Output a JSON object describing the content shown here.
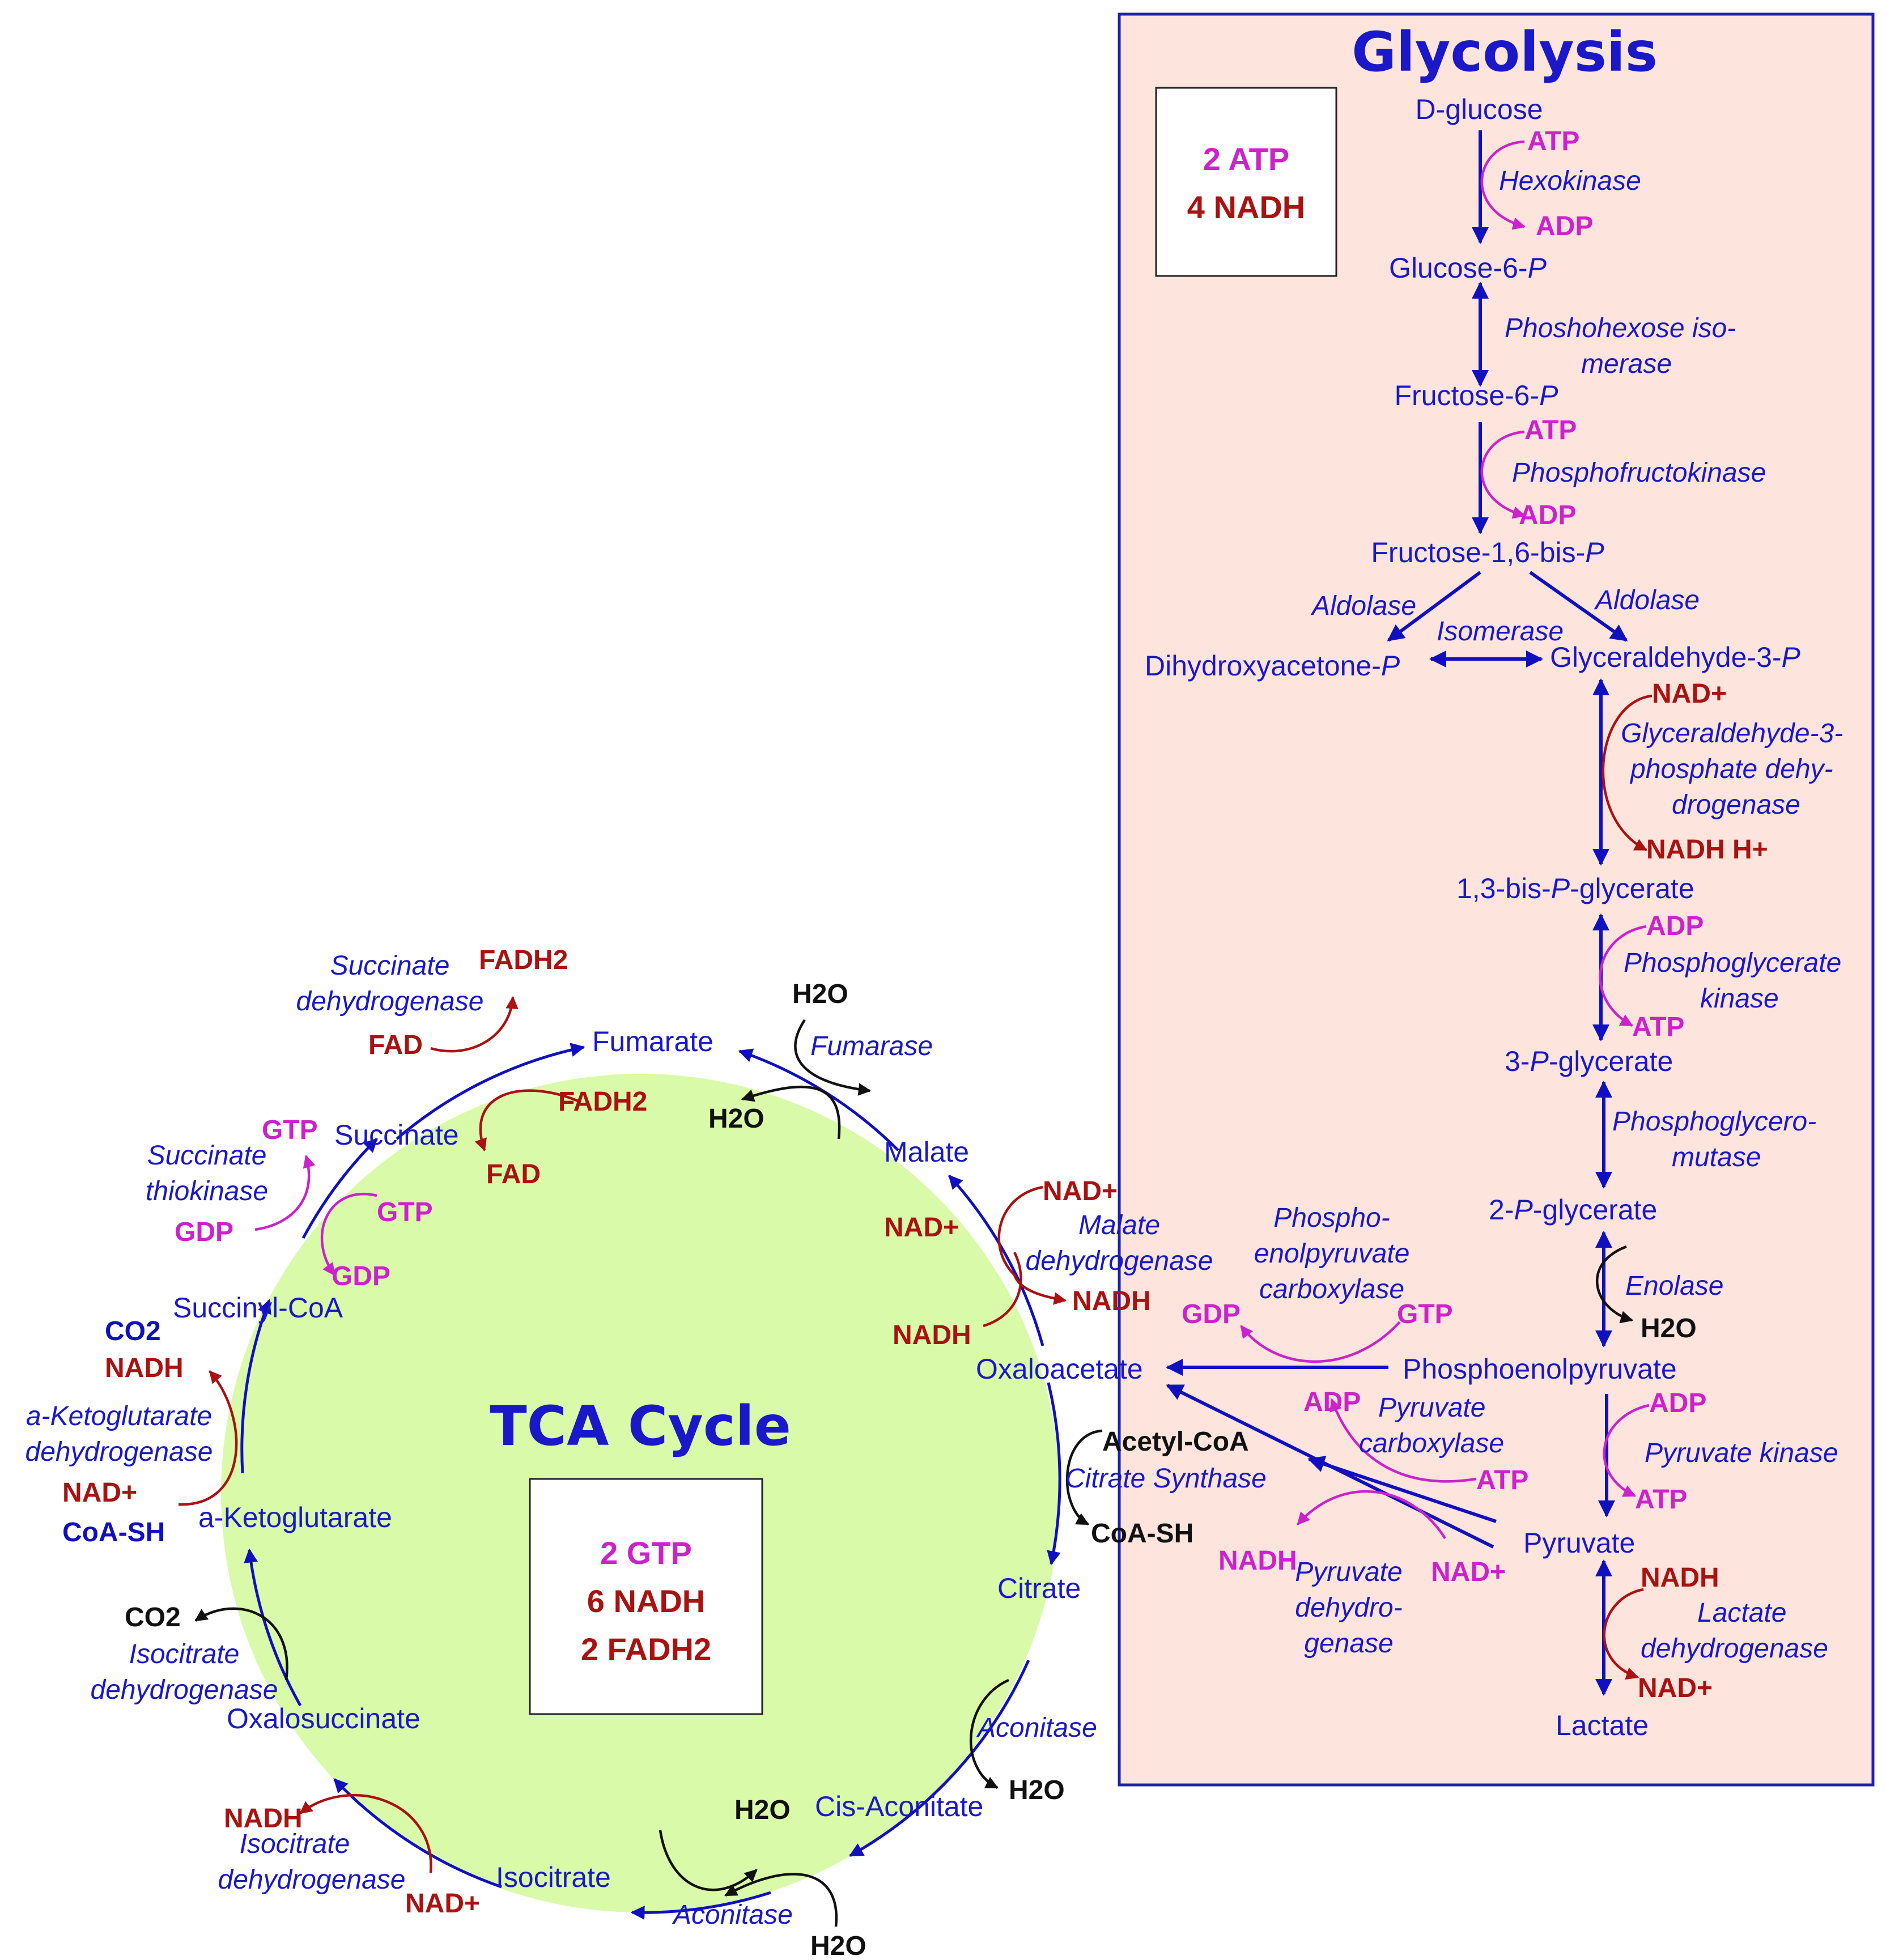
{
  "colors": {
    "metabolite": "#1a18c8",
    "pathway_arrow": "#1010c0",
    "magenta": "#cc22cc",
    "darkred": "#aa1111",
    "black": "#111111",
    "tca_fill": "#d9fba9",
    "glycolysis_fill": "#fde4dc",
    "glycolysis_border": "#1f1fb0"
  },
  "glycolysis": {
    "title": "Glycolysis",
    "summary": {
      "atp": "2 ATP",
      "nadh": "4 NADH"
    },
    "metabolites": {
      "d_glucose": "D-glucose",
      "glucose_6p": "Glucose-6-",
      "fructose_6p": "Fructose-6-",
      "fructose_16bp": "Fructose-1,6-bis-",
      "dhap": "Dihydroxyacetone-",
      "g3p": "Glyceraldehyde-3-",
      "bpg13": "1,3-bis-",
      "bpg13_suffix": "-glycerate",
      "pg3": "3-",
      "pg3_suffix": "-glycerate",
      "pg2": "2-",
      "pg2_suffix": "-glycerate",
      "pep": "Phosphoenolpyruvate",
      "pyruvate": "Pyruvate",
      "lactate": "Lactate",
      "p_italic": "P"
    },
    "enzymes": {
      "hexokinase": "Hexokinase",
      "phi_1": "Phoshohexose iso-",
      "phi_2": "merase",
      "pfk": "Phosphofructokinase",
      "aldolase_left": "Aldolase",
      "aldolase_right": "Aldolase",
      "isomerase": "Isomerase",
      "gapdh_1": "Glyceraldehyde-3-",
      "gapdh_2": "phosphate dehy-",
      "gapdh_3": "drogenase",
      "pgk_1": "Phosphoglycerate",
      "pgk_2": "kinase",
      "pgm_1": "Phosphoglycero-",
      "pgm_2": "mutase",
      "enolase": "Enolase",
      "pepck_1": "Phospho-",
      "pepck_2": "enolpyruvate",
      "pepck_3": "carboxylase",
      "pc_1": "Pyruvate",
      "pc_2": "carboxylase",
      "pk": "Pyruvate kinase",
      "pdh_1": "Pyruvate",
      "pdh_2": "dehydro-",
      "pdh_3": "genase",
      "ldh_1": "Lactate",
      "ldh_2": "dehydrogenase"
    },
    "cofactors": {
      "hk_atp": "ATP",
      "hk_adp": "ADP",
      "pfk_atp": "ATP",
      "pfk_adp": "ADP",
      "gapdh_nad": "NAD+",
      "gapdh_nadh": "NADH H+",
      "pgk_adp": "ADP",
      "pgk_atp": "ATP",
      "enolase_h2o": "H2O",
      "pepck_gdp": "GDP",
      "pepck_gtp": "GTP",
      "pc_adp": "ADP",
      "pc_atp": "ATP",
      "pk_adp": "ADP",
      "pk_atp": "ATP",
      "pdh_nadh": "NADH",
      "pdh_nad": "NAD+",
      "ldh_nadh": "NADH",
      "ldh_nad": "NAD+"
    }
  },
  "tca": {
    "title": "TCA Cycle",
    "summary": {
      "gtp": "2 GTP",
      "nadh": "6 NADH",
      "fadh2": "2 FADH2"
    },
    "metabolites": {
      "fumarate": "Fumarate",
      "succinate": "Succinate",
      "succinyl_coa": "Succinyl-CoA",
      "a_ketoglutarate": "a-Ketoglutarate",
      "oxalosuccinate": "Oxalosuccinate",
      "isocitrate": "Isocitrate",
      "cis_aconitate": "Cis-Aconitate",
      "citrate": "Citrate",
      "oxaloacetate": "Oxaloacetate",
      "malate": "Malate"
    },
    "enzymes": {
      "sdh_1": "Succinate",
      "sdh_2": "dehydrogenase",
      "fumarase": "Fumarase",
      "sck_1": "Succinate",
      "sck_2": "thiokinase",
      "mdh_1": "Malate",
      "mdh_2": "dehydrogenase",
      "akgdh_1": "a-Ketoglutarate",
      "akgdh_2": "dehydrogenase",
      "citrate_synthase": "Citrate Synthase",
      "idh_a_1": "Isocitrate",
      "idh_a_2": "dehydrogenase",
      "idh_b_1": "Isocitrate",
      "idh_b_2": "dehydrogenase",
      "aconitase_right": "Aconitase",
      "aconitase_bottom": "Aconitase"
    },
    "cofactors": {
      "sdh_fadh2_top": "FADH2",
      "sdh_fad_left": "FAD",
      "sdh_fadh2_right": "FADH2",
      "sdh_fad_bottom": "FAD",
      "fum_h2o_top": "H2O",
      "fum_h2o_bottom": "H2O",
      "sck_gtp_top": "GTP",
      "sck_gdp_left": "GDP",
      "sck_gtp_right": "GTP",
      "sck_gdp_bottom": "GDP",
      "mdh_nad_top": "NAD+",
      "mdh_nad_left": "NAD+",
      "mdh_nadh_right": "NADH",
      "mdh_nadh_bottom": "NADH",
      "akg_co2": "CO2",
      "akg_nadh": "NADH",
      "akg_nad": "NAD+",
      "akg_coash": "CoA-SH",
      "cs_acetylcoa": "Acetyl-CoA",
      "cs_coash": "CoA-SH",
      "idh_co2": "CO2",
      "idh_nadh": "NADH",
      "idh_nad": "NAD+",
      "acon_h2o_right": "H2O",
      "acon_h2o_mid": "H2O",
      "acon_h2o_bottom": "H2O"
    }
  }
}
